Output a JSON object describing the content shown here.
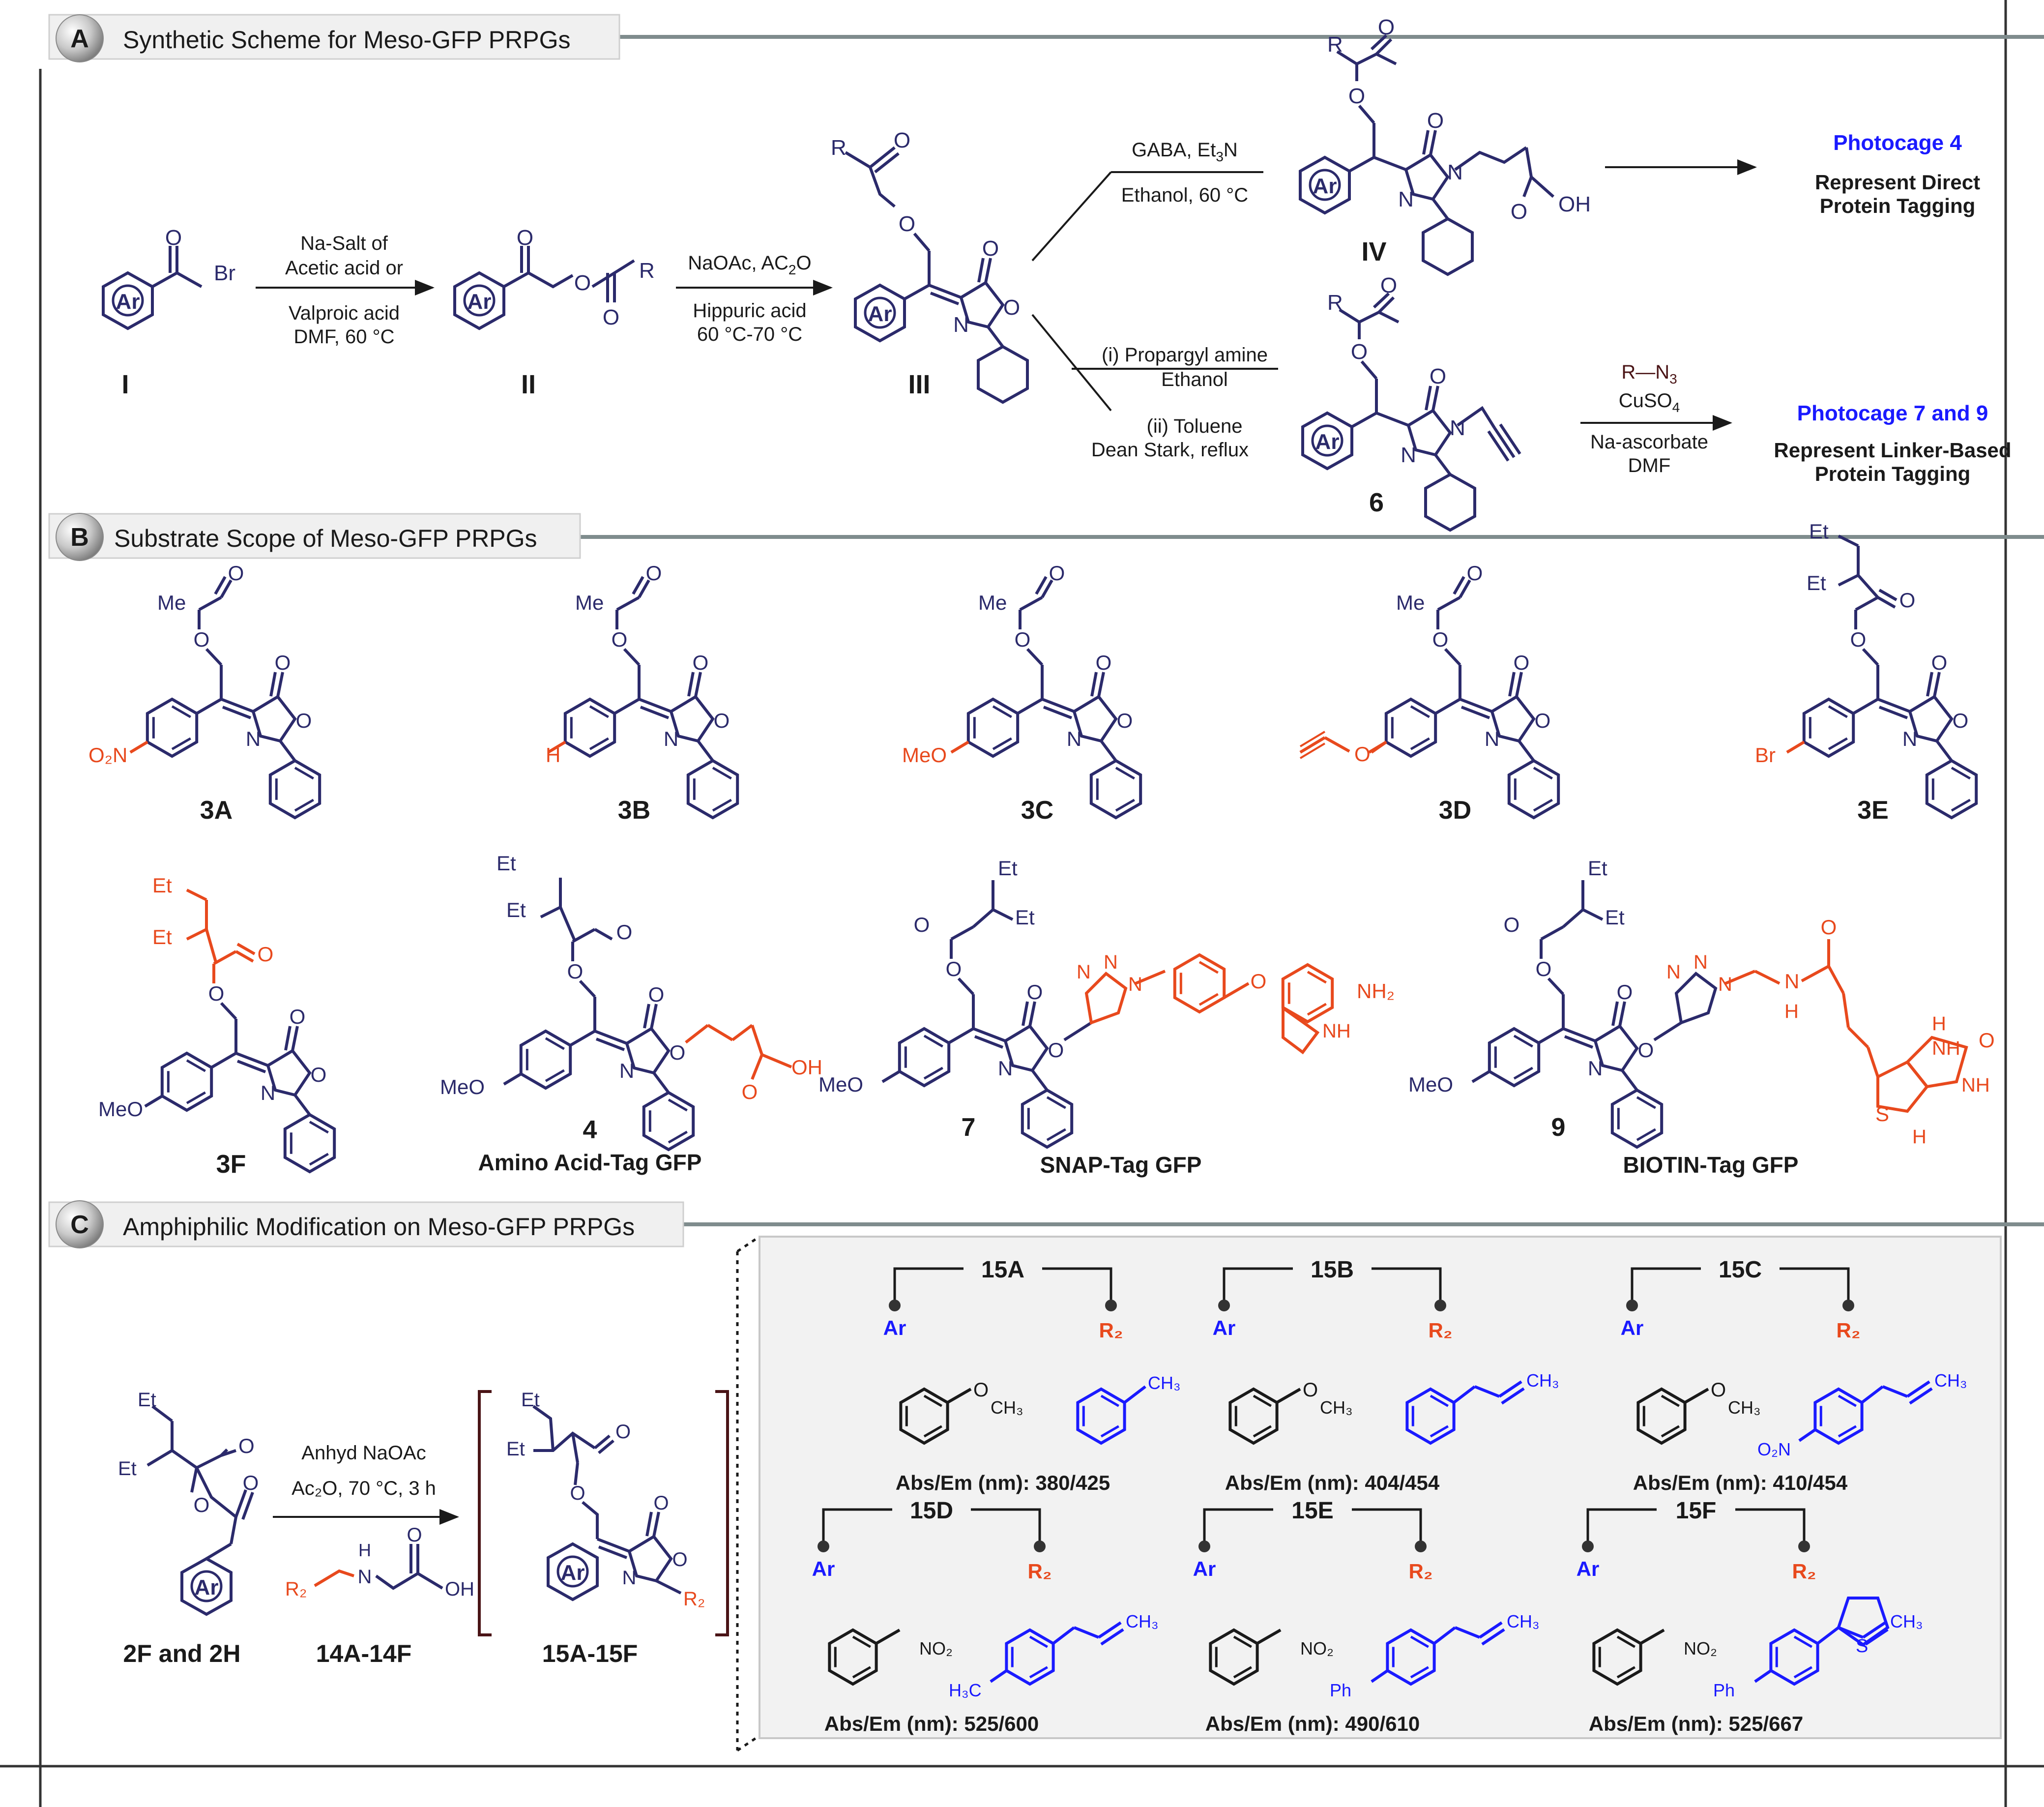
{
  "colors": {
    "navy": "#2b2a6b",
    "red": "#e8491d",
    "blue": "#1a1aff",
    "dark_red": "#4a1416",
    "frame": "#7f8c8d",
    "panel_bg": "#f2f2f2"
  },
  "sectionA": {
    "badge": "A",
    "title": "Synthetic Scheme for Meso-GFP PRPGs",
    "step1_above": [
      "Na-Salt of",
      "Acetic acid or"
    ],
    "step1_below": [
      "Valproic acid",
      "DMF, 60 °C"
    ],
    "step2_above": "NaOAc, AC",
    "step2_above_sub": "2",
    "step2_above_end": "O",
    "step2_below": [
      "Hippuric acid",
      "60 °C-70 °C"
    ],
    "upper_above": "GABA, Et",
    "upper_above_sub": "3",
    "upper_above_end": "N",
    "upper_below": "Ethanol, 60 °C",
    "lower_above": [
      "(i) Propargyl amine",
      "Ethanol"
    ],
    "lower_below": [
      "(ii) Toluene",
      "Dean Stark, reflux"
    ],
    "click_above": "R—N",
    "click_above_sub": "3",
    "click_above2": "CuSO",
    "click_above2_sub": "4",
    "click_below": [
      "Na-ascorbate",
      "DMF"
    ],
    "compounds": [
      "I",
      "II",
      "III",
      "IV",
      "6"
    ],
    "photocage4_title": "Photocage 4",
    "photocage4_desc": [
      "Represent Direct",
      "Protein Tagging"
    ],
    "photocage79_title": "Photocage 7 and 9",
    "photocage79_desc": [
      "Represent Linker-Based",
      "Protein Tagging"
    ],
    "ring_label": "Ar",
    "atom_R": "R",
    "atom_Br": "Br",
    "atom_O": "O",
    "atom_N": "N",
    "atom_OH": "OH"
  },
  "sectionB": {
    "badge": "B",
    "title": "Substrate Scope of Meso-GFP PRPGs",
    "compounds": [
      "3A",
      "3B",
      "3C",
      "3D",
      "3E",
      "3F",
      "4",
      "7",
      "9"
    ],
    "substituents": [
      "O₂N",
      "H",
      "MeO",
      "Br"
    ],
    "atom_Me": "Me",
    "atom_Et": "Et",
    "atom_MeO": "MeO",
    "atom_NH2": "NH₂",
    "atom_NH": "NH",
    "atom_H": "H",
    "atom_S": "S",
    "captions": [
      "Amino Acid-Tag GFP",
      "SNAP-Tag GFP",
      "BIOTIN-Tag GFP"
    ]
  },
  "sectionC": {
    "badge": "C",
    "title": "Amphiphilic Modification on Meso-GFP PRPGs",
    "step_above": "Anhyd NaOAc",
    "step_above2": "Ac₂O, 70 °C, 3 h",
    "start_label": "2F and 2H",
    "reagent_label": "14A-14F",
    "product_label": "15A-15F",
    "atom_R2": "R₂",
    "atom_H": "H",
    "atom_N": "N",
    "atom_OH": "OH",
    "panel": [
      {
        "id": "15A",
        "ar": "Ar",
        "r2": "R₂",
        "ar_group": "OCH₃",
        "r2_group": "CH₃",
        "abs_em": "Abs/Em (nm): 380/425"
      },
      {
        "id": "15B",
        "ar": "Ar",
        "r2": "R₂",
        "ar_group": "OCH₃",
        "r2_group": "CH₃",
        "abs_em": "Abs/Em (nm): 404/454"
      },
      {
        "id": "15C",
        "ar": "Ar",
        "r2": "R₂",
        "ar_group": "OCH₃",
        "r2_group": "CH₃",
        "r2_sub": "O₂N",
        "abs_em": "Abs/Em (nm): 410/454"
      },
      {
        "id": "15D",
        "ar": "Ar",
        "r2": "R₂",
        "ar_group": "NO₂",
        "r2_group": "CH₃",
        "r2_sub": "H₃C",
        "abs_em": "Abs/Em (nm): 525/600"
      },
      {
        "id": "15E",
        "ar": "Ar",
        "r2": "R₂",
        "ar_group": "NO₂",
        "r2_group": "CH₃",
        "r2_sub": "Ph",
        "abs_em": "Abs/Em (nm): 490/610"
      },
      {
        "id": "15F",
        "ar": "Ar",
        "r2": "R₂",
        "ar_group": "NO₂",
        "r2_group": "CH₃",
        "r2_sub": "Ph",
        "abs_em": "Abs/Em (nm): 525/667"
      }
    ],
    "atom_S": "S"
  }
}
